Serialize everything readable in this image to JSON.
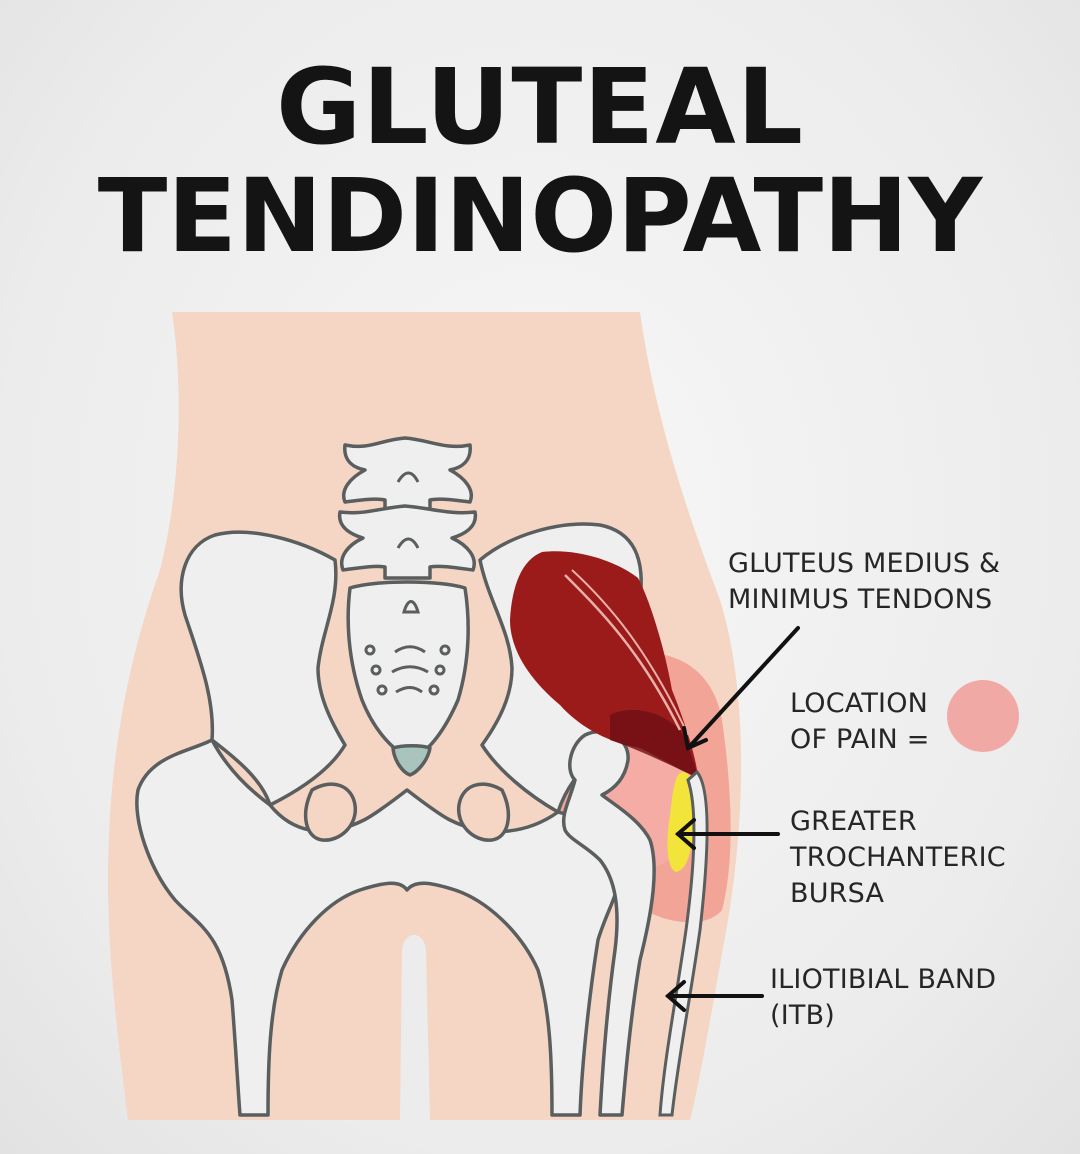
{
  "title": {
    "line1": "GLUTEAL",
    "line2": "TENDINOPATHY"
  },
  "labels": {
    "tendons": [
      "GLUTEUS MEDIUS &",
      "MINIMUS TENDONS"
    ],
    "pain": [
      "LOCATION",
      "OF PAIN ="
    ],
    "bursa": [
      "GREATER",
      "TROCHANTERIC",
      "BURSA"
    ],
    "itb": [
      "ILIOTIBIAL BAND",
      "(ITB)"
    ]
  },
  "colors": {
    "skin": "#f5d6c4",
    "bone": "#efefef",
    "bone_outline": "#5a5e5f",
    "muscle": "#9b1b1b",
    "pain": "#f08a80",
    "bursa": "#f2e43a",
    "arrow": "#111111"
  }
}
